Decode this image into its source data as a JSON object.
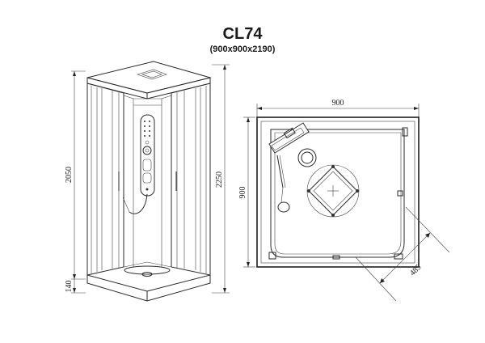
{
  "title": "CL74",
  "subtitle": "(900x900x2190)",
  "front_view": {
    "dim_body_height": "2050",
    "dim_total_height": "2250",
    "dim_base_height": "140"
  },
  "plan_view": {
    "dim_width": "900",
    "dim_depth": "900",
    "dim_diagonal": "485"
  }
}
